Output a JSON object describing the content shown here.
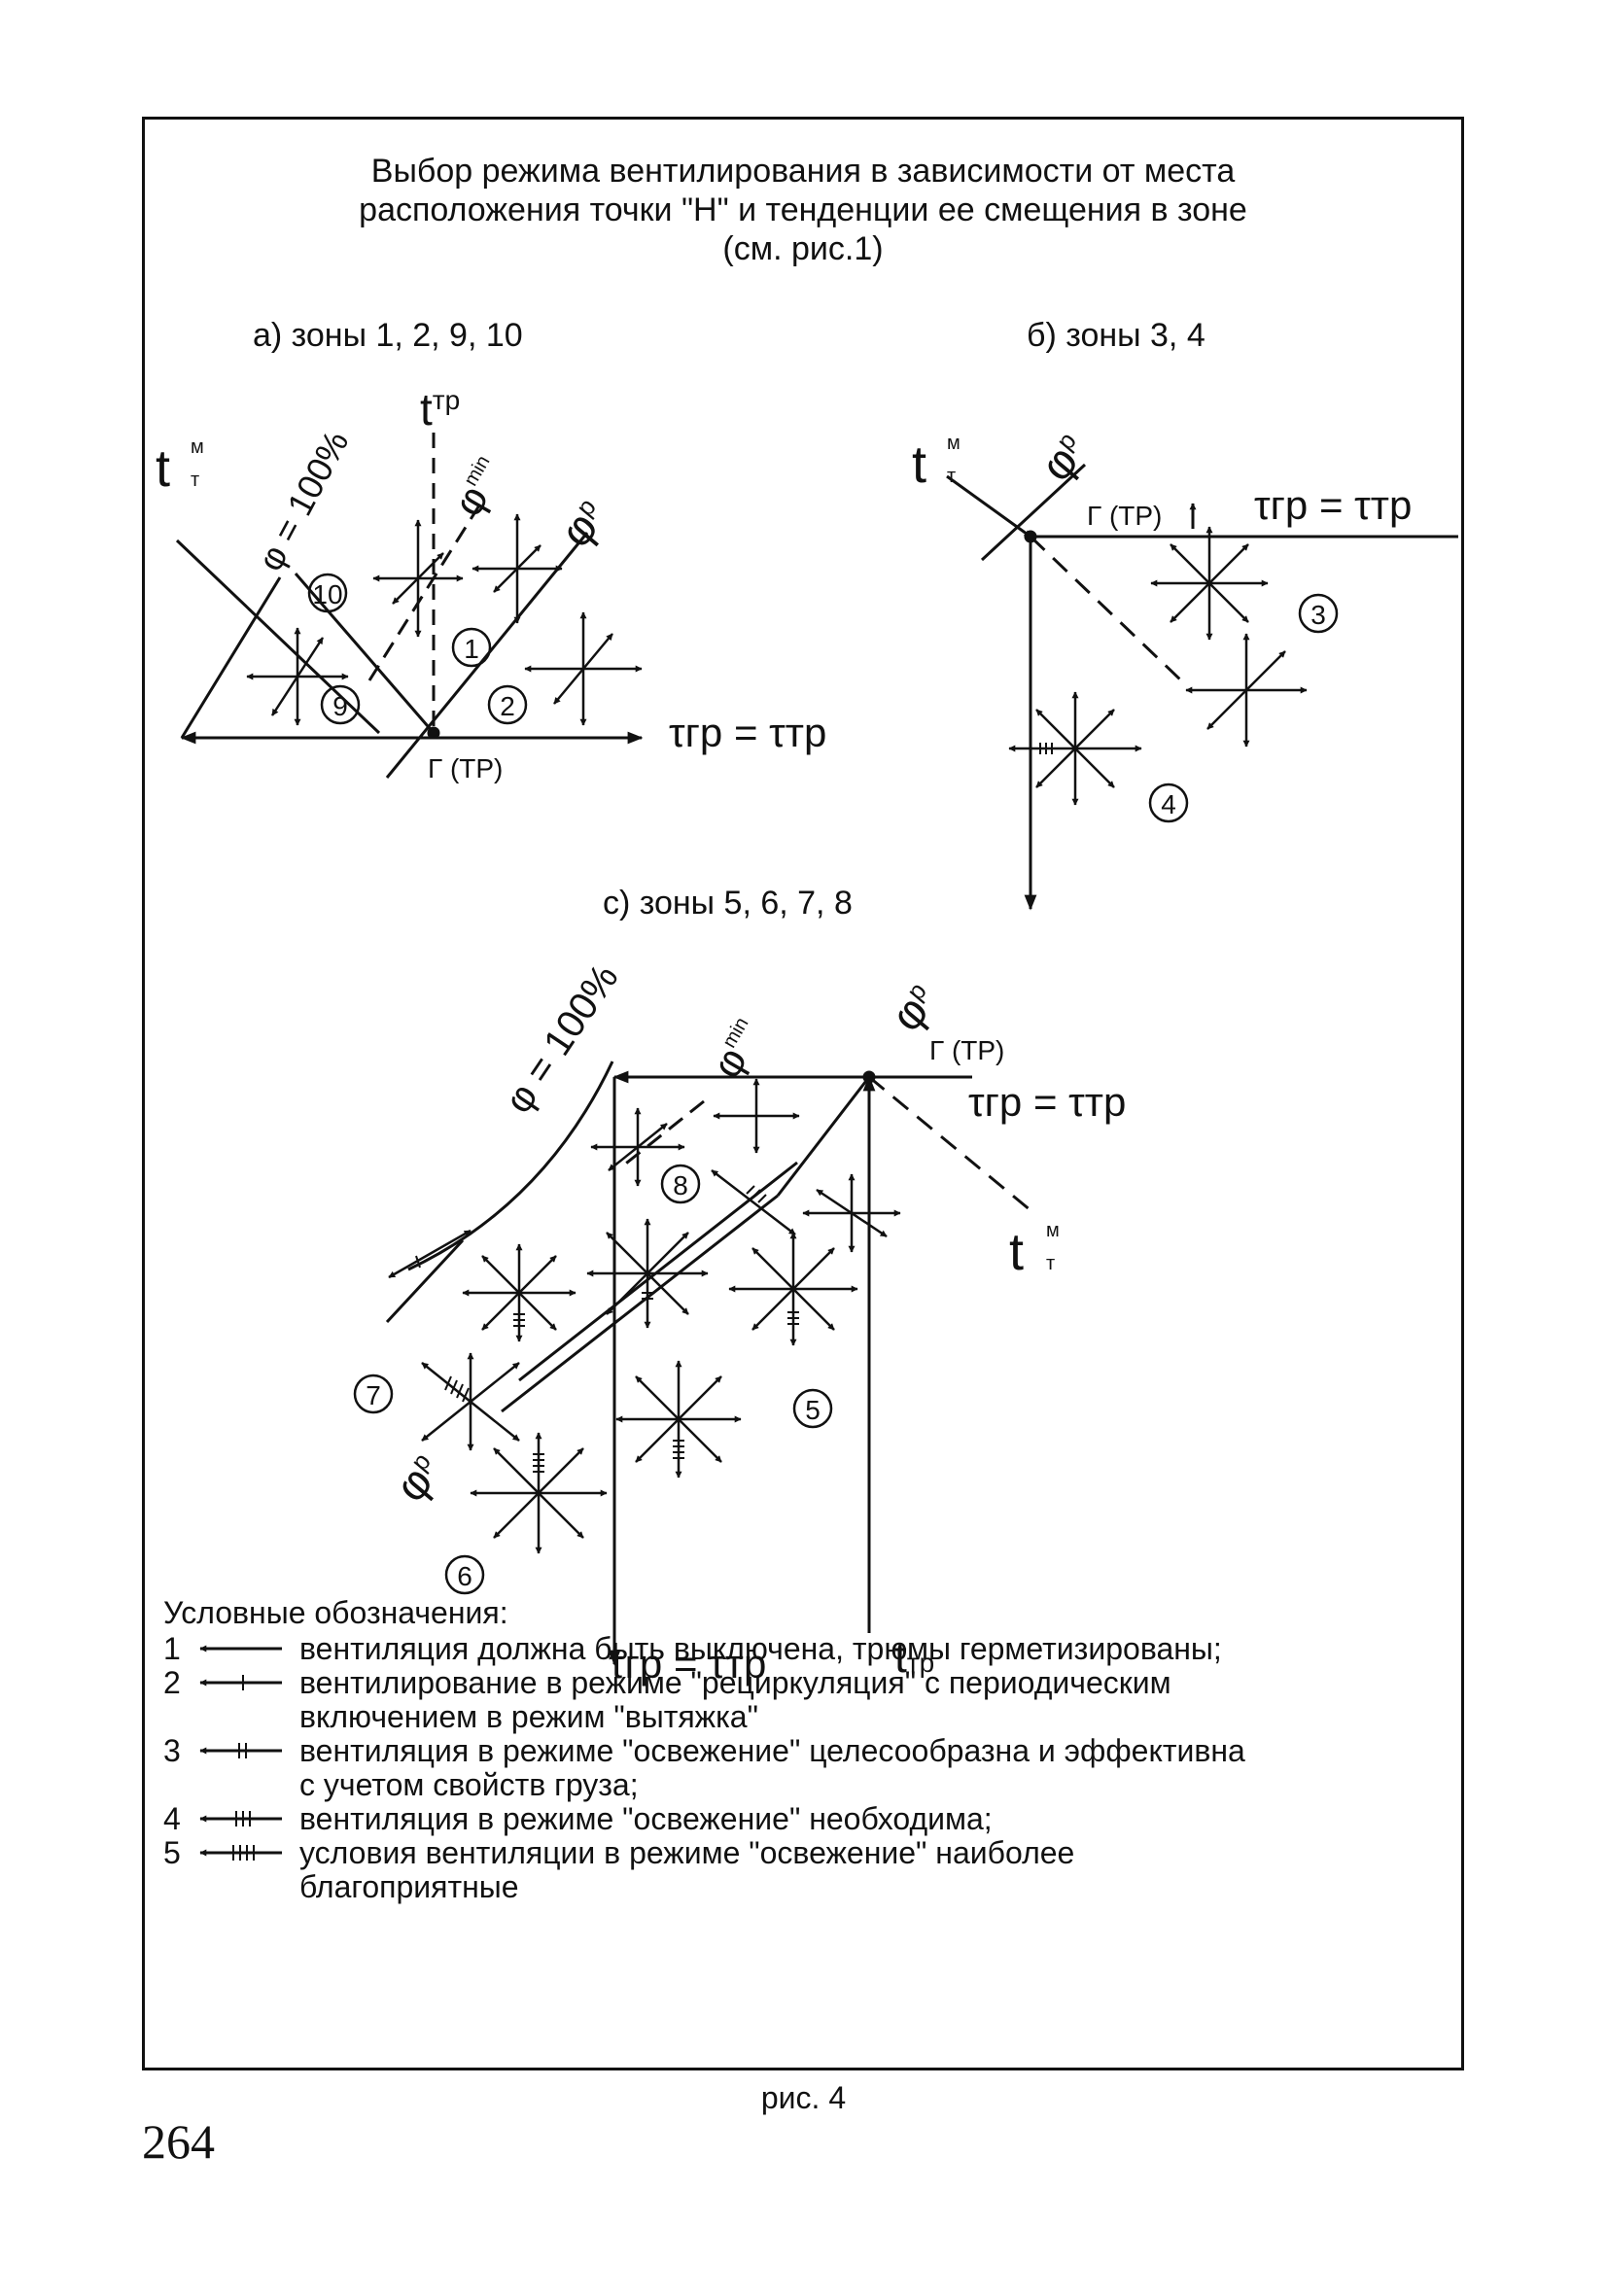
{
  "title": {
    "line1": "Выбор режима вентилирования в зависимости от места",
    "line2": "расположения точки \"Н\" и тенденции ее смещения в зоне",
    "line3": "(см. рис.1)"
  },
  "panels": {
    "a": {
      "label": "а) зоны 1, 2, 9, 10",
      "t_tp": "t",
      "t_tp_sub": "тр",
      "t_mt": "t",
      "t_mt_sup": "м",
      "t_mt_sub": "т",
      "phi100": "φ = 100%",
      "phi_min": "φ",
      "phi_min_sub": "min",
      "phi_p": "φ",
      "phi_p_sub": "р",
      "tau_eq": "τгр = τтр",
      "point": "Г (ТР)",
      "zones": [
        "10",
        "9",
        "1",
        "2"
      ]
    },
    "b": {
      "label": "б) зоны 3, 4",
      "t_mt": "t",
      "t_mt_sup": "м",
      "t_mt_sub": "т",
      "phi_p": "φ",
      "phi_p_sub": "р",
      "point": "Г (ТР)",
      "tau_eq": "τгр = τтр",
      "zones": [
        "3",
        "4"
      ]
    },
    "c": {
      "label": "с) зоны 5, 6, 7, 8",
      "phi100": "φ = 100%",
      "phi_min": "φ",
      "phi_min_sub": "min",
      "phi_p_top": "φ",
      "phi_p_top_sub": "р",
      "point": "Г (ТР)",
      "tau_eq_top": "τгр = τтр",
      "t_mt": "t",
      "t_mt_sup": "м",
      "t_mt_sub": "т",
      "phi_p_bottom": "φ",
      "phi_p_bottom_sub": "р",
      "tau_eq_bottom": "τгр = τтр",
      "t_tp": "t",
      "t_tp_sub": "тр",
      "zones": [
        "8",
        "7",
        "5",
        "6"
      ]
    }
  },
  "legend": {
    "title": "Условные обозначения:",
    "items": [
      {
        "num": "1",
        "ticks": 0,
        "lines": [
          "вентиляция должна быть выключена, трюмы герметизированы;"
        ]
      },
      {
        "num": "2",
        "ticks": 1,
        "lines": [
          "вентилирование в режиме \"рециркуляция\" с периодическим",
          "включением в режим \"вытяжка\""
        ]
      },
      {
        "num": "3",
        "ticks": 2,
        "lines": [
          "вентиляция в режиме \"освежение\" целесообразна и эффективна",
          "с учетом свойств груза;"
        ]
      },
      {
        "num": "4",
        "ticks": 3,
        "lines": [
          "вентиляция в режиме \"освежение\" необходима;"
        ]
      },
      {
        "num": "5",
        "ticks": 4,
        "lines": [
          "условия вентиляции в режиме \"освежение\" наиболее",
          "благоприятные"
        ]
      }
    ]
  },
  "caption": "рис. 4",
  "page_number": "264"
}
